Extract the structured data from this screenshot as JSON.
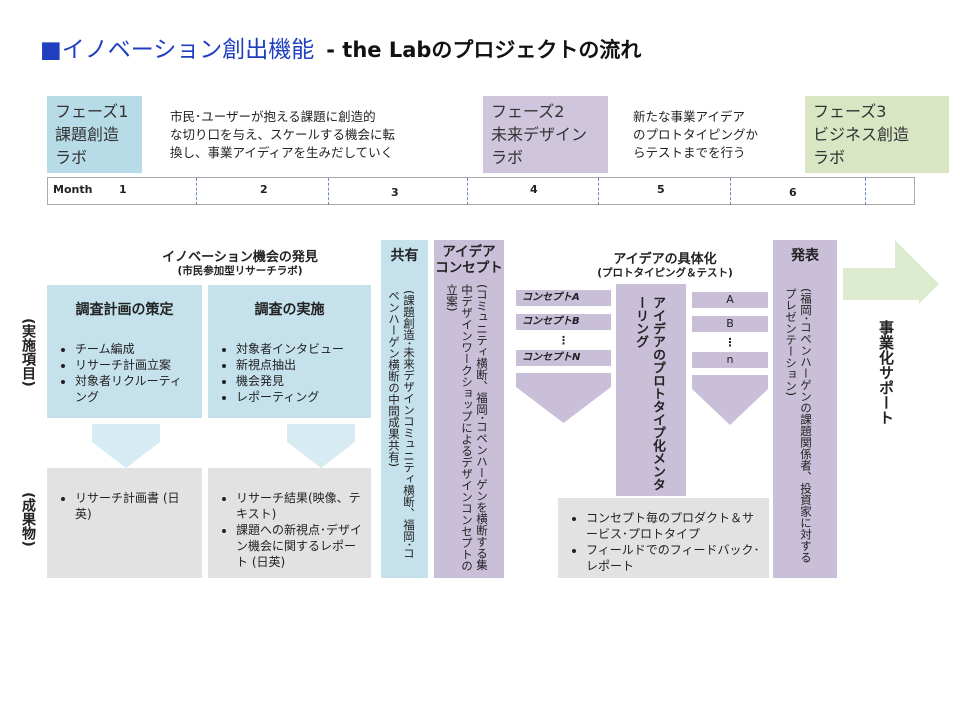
{
  "title": {
    "main": "■イノベーション創出機能",
    "sub": "- the Labのプロジェクトの流れ"
  },
  "phases": [
    {
      "name": "フェーズ1",
      "lines": [
        "課題創造",
        "ラボ"
      ]
    },
    {
      "name": "フェーズ2",
      "lines": [
        "未来デザイン",
        "ラボ"
      ]
    },
    {
      "name": "フェーズ3",
      "lines": [
        "ビジネス創造",
        "ラボ"
      ]
    }
  ],
  "phase_descriptions": [
    {
      "lines": [
        "市民･ユーザーが抱える課題に創造的",
        "な切り口を与え、スケールする機会に転",
        "換し、事業アイディアを生みだしていく"
      ]
    },
    {
      "lines": [
        "新たな事業アイデア",
        "のプロトタイピングか",
        "らテストまでを行う"
      ]
    }
  ],
  "timeline": {
    "label": "Month",
    "months": [
      "1",
      "2",
      "3",
      "4",
      "5",
      "6"
    ]
  },
  "row_labels": {
    "activities": "(実施項目)",
    "deliverables": "(成果物)"
  },
  "discovery": {
    "title": "イノベーション機会の発見",
    "subtitle": "(市民参加型リサーチラボ)",
    "planning": {
      "title": "調査計画の策定",
      "items": [
        "チーム編成",
        "リサーチ計画立案",
        "対象者リクルーティング"
      ],
      "output": [
        "リサーチ計画書 (日英)"
      ]
    },
    "execution": {
      "title": "調査の実施",
      "items": [
        "対象者インタビュー",
        "新視点抽出",
        "機会発見",
        "レポーティング"
      ],
      "output": [
        "リサーチ結果(映像、テキスト)",
        "課題への新視点･デザイン機会に関するレポート (日英)"
      ]
    }
  },
  "share": {
    "title": "共有",
    "text": "(課題創造･未来デザインコミュニティ横断、福岡･コペンハーゲン横断の中間成果共有)"
  },
  "concept": {
    "title_l1": "アイデア",
    "title_l2": "コンセプト",
    "text": "(コミュニティ横断、福岡･コペンハーゲンを横断する集中デザインワークショップによるデザインコンセプトの立案)"
  },
  "prototype": {
    "title": "アイデアの具体化",
    "subtitle": "(プロトタイピング＆テスト)",
    "concepts": [
      "コンセプトA",
      "コンセプトB",
      "⋮",
      "コンセプトN"
    ],
    "mentoring": "アイデアのプロトタイプ化メンターリング",
    "variants": [
      "A",
      "B",
      "⋮",
      "n"
    ],
    "output": [
      "コンセプト毎のプロダクト＆サービス･プロトタイプ",
      "フィールドでのフィードバック･レポート"
    ]
  },
  "presentation": {
    "title": "発表",
    "text": "(福岡･コペンハーゲンの課題関係者、投資家に対するプレゼンテーション)"
  },
  "arrow": {
    "text": "事業化サポート"
  },
  "colors": {
    "blue_box": "#c5e1ec",
    "purple_box": "#c9bfd8",
    "grey_box": "#e2e2e2",
    "green_arrow": "#dcebcd",
    "title_blue": "#1f3fbf"
  }
}
